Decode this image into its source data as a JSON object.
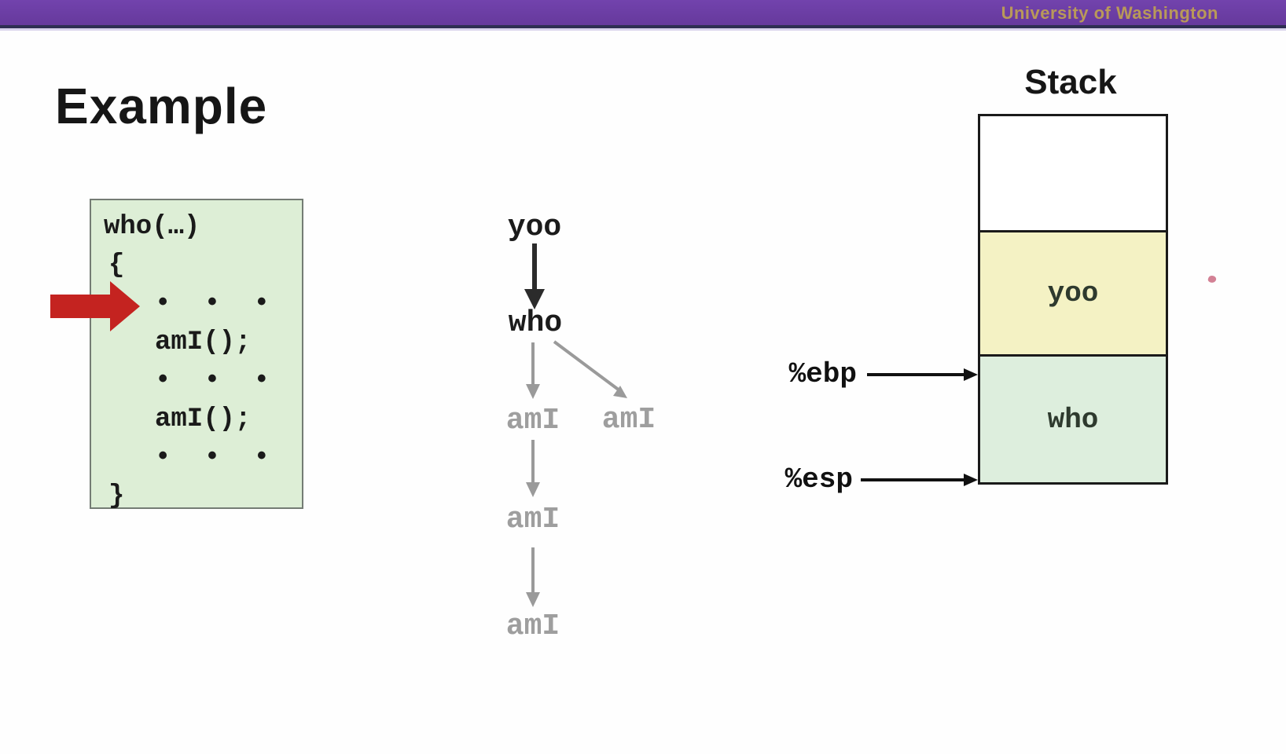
{
  "header": {
    "institution": "University of Washington",
    "colors": {
      "bar": "#6a3da5",
      "text": "#b99959",
      "underline": "#2e2e52"
    }
  },
  "slide": {
    "title": "Example",
    "background": "#ffffff"
  },
  "code_box": {
    "bg_color": "#ddeed6",
    "lines": [
      "who(…)",
      "{",
      "• • •",
      "amI();",
      "• • •",
      "amI();",
      "• • •",
      "}"
    ],
    "pointer_arrow_color": "#c42320"
  },
  "call_tree": {
    "nodes": [
      {
        "label": "yoo",
        "state": "active"
      },
      {
        "label": "who",
        "state": "active"
      },
      {
        "label": "amI",
        "state": "faded"
      },
      {
        "label": "amI",
        "state": "faded"
      },
      {
        "label": "amI",
        "state": "faded"
      },
      {
        "label": "amI",
        "state": "faded"
      }
    ],
    "active_color": "#1b1b1b",
    "faded_color": "#9e9e9e"
  },
  "stack": {
    "title": "Stack",
    "frames": [
      {
        "label": "",
        "color": "#ffffff"
      },
      {
        "label": "yoo",
        "color": "#f4f2c4"
      },
      {
        "label": "who",
        "color": "#ddeedd"
      }
    ],
    "registers": [
      {
        "name": "%ebp"
      },
      {
        "name": "%esp"
      }
    ]
  },
  "pointer_mark": {
    "color": "#cb6b82"
  }
}
